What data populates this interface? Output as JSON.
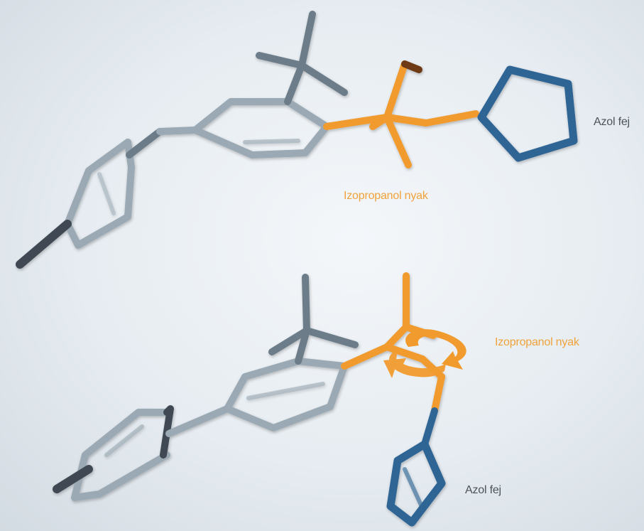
{
  "labels": {
    "azol_top": "Azol fej",
    "isopropanol_top": "Izopropanol nyak",
    "isopropanol_bottom": "Izopropanol nyak",
    "azol_bottom": "Azol fej"
  },
  "colors": {
    "azole": "#2f6595",
    "isopropanol": "#f19b2e",
    "carbon_light": "#9aa9b3",
    "carbon_mid": "#6c7d89",
    "carbon_dark": "#3f4a52",
    "label_dark": "#4c5358",
    "label_orange": "#f0a23c"
  }
}
